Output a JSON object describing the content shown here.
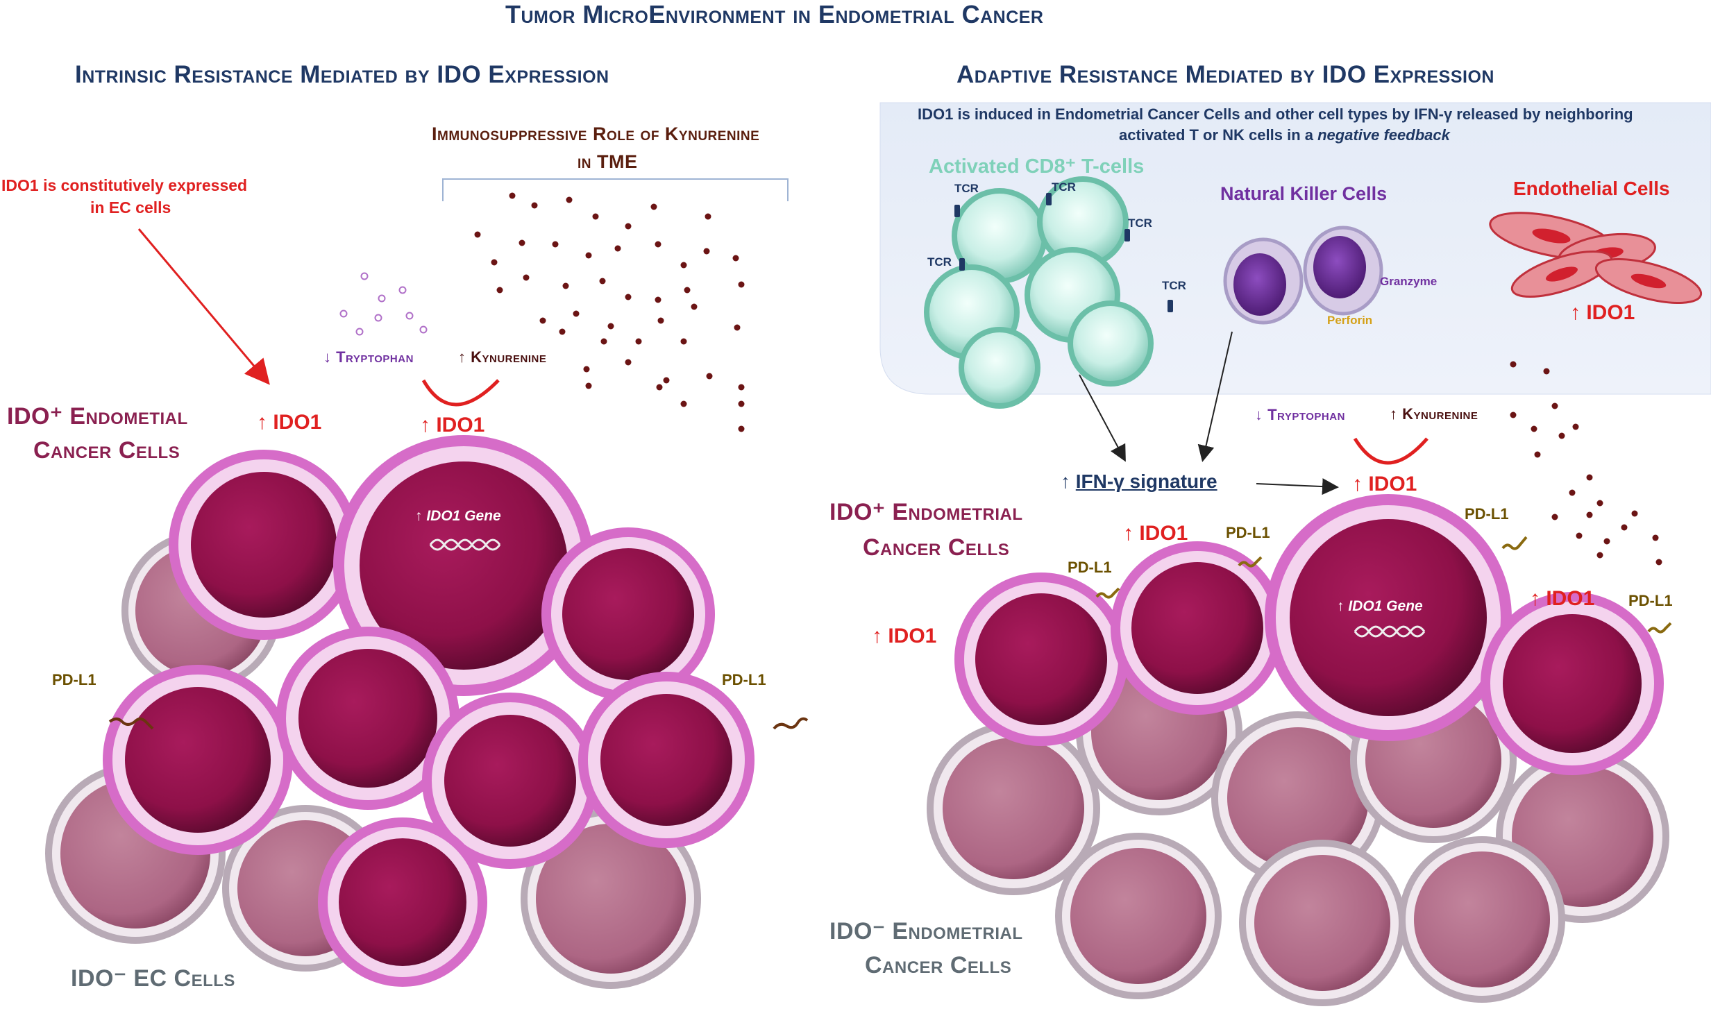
{
  "title": "Tumor MicroEnvironment in Endometrial Cancer",
  "left": {
    "heading": "Intrinsic Resistance Mediated by IDO Expression",
    "constitutive_note_line1": "IDO1 is constitutively expressed",
    "constitutive_note_line2": "in  EC cells",
    "kynurenine_role_line1": "Immunosuppressive Role of Kynurenine",
    "kynurenine_role_line2": "in TME",
    "tryptophan": "↓ Tryptophan",
    "kynurenine": "↑ Kynurenine",
    "ido1_cells": "↑ IDO1",
    "ido1_enzyme": "↑ IDO1",
    "ido_pos_line1": "IDO⁺ Endometial",
    "ido_pos_line2": "Cancer Cells",
    "gene_label": "↑ IDO1 Gene",
    "pdl1_left": "PD-L1",
    "pdl1_right": "PD-L1",
    "ido_neg": "IDO⁻ EC Cells"
  },
  "right": {
    "heading": "Adaptive Resistance Mediated by IDO Expression",
    "box_line1": "IDO1 is induced in Endometrial Cancer Cells and other cell types by IFN-γ released by neighboring",
    "box_line2_normal": "activated T or NK cells in a ",
    "box_line2_italic": "negative feedback",
    "cd8_label": "Activated CD8⁺ T-cells",
    "nk_label": "Natural Killer Cells",
    "endo_label": "Endothelial Cells",
    "tcr": "TCR",
    "granzyme": "Granzyme",
    "perforin": "Perforin",
    "ido1_endo": "↑ IDO1",
    "tryptophan": "↓ Tryptophan",
    "kynurenine": "↑ Kynurenine",
    "ifn_arrow": "↑",
    "ifn_signature": "IFN-γ signature",
    "ido1_enzyme": "↑ IDO1",
    "ido_pos_line1": "IDO⁺ Endometrial",
    "ido_pos_line2": "Cancer Cells",
    "ido1_a": "↑ IDO1",
    "ido1_b": "↑ IDO1",
    "ido1_c": "↑ IDO1",
    "pdl1_a": "PD-L1",
    "pdl1_b": "PD-L1",
    "pdl1_c": "PD-L1",
    "pdl1_d": "PD-L1",
    "gene_label": "↑ IDO1 Gene",
    "ido_neg_line1": "IDO⁻ Endometrial",
    "ido_neg_line2": "Cancer Cells"
  },
  "colors": {
    "title_navy": "#1f3864",
    "ido_red": "#e02020",
    "cell_maroon": "#9b1650",
    "membrane_pink": "#d66cc8",
    "neg_cell_pink": "#b86d8c",
    "t_cell_teal": "#8fd6c4",
    "nk_purple": "#6a2c91",
    "endo_red": "#d1323e",
    "kyn_dot": "#6b1414",
    "trp_dot": "#b070c8",
    "box_bg": "#e9eef8"
  }
}
